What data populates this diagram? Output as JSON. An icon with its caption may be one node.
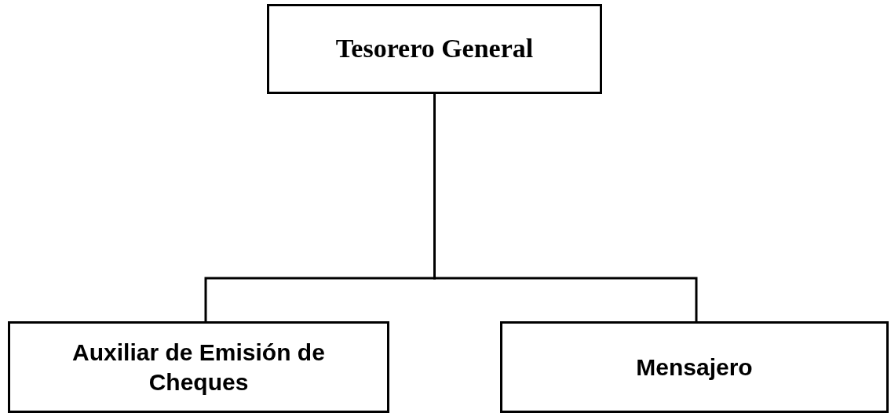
{
  "diagram": {
    "nodes": [
      {
        "text": [
          "Tesorero General"
        ]
      },
      {
        "text": [
          "Auxiliar de Emisión de Cheques"
        ]
      },
      {
        "text": [
          "Mensajero"
        ]
      }
    ],
    "edges": [
      {
        "from": 0,
        "to": 1,
        "arrow": "none"
      },
      {
        "from": 0,
        "to": 2,
        "arrow": "none"
      }
    ]
  }
}
